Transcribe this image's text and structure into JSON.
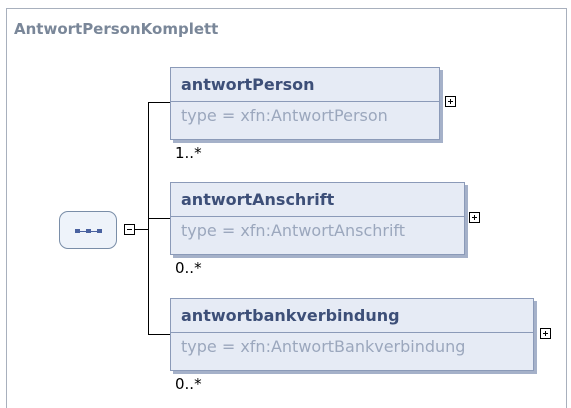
{
  "frame": {
    "title": "AntwortPersonKomplett"
  },
  "sequence": {
    "icon": "sequence-compositor-icon",
    "toggle": "collapse"
  },
  "elements": [
    {
      "name": "antwortPerson",
      "type": "type = xfn:AntwortPerson",
      "cardinality": "1..*",
      "toggle": "expand"
    },
    {
      "name": "antwortAnschrift",
      "type": "type = xfn:AntwortAnschrift",
      "cardinality": "0..*",
      "toggle": "expand"
    },
    {
      "name": "antwortbankverbindung",
      "type": "type = xfn:AntwortBankverbindung",
      "cardinality": "0..*",
      "toggle": "expand"
    }
  ],
  "colors": {
    "element_fill": "#e6ebf5",
    "element_border": "#8b9ab8",
    "name_text": "#3d4f78",
    "type_text": "#9ba7bd",
    "title_text": "#7a8799"
  }
}
